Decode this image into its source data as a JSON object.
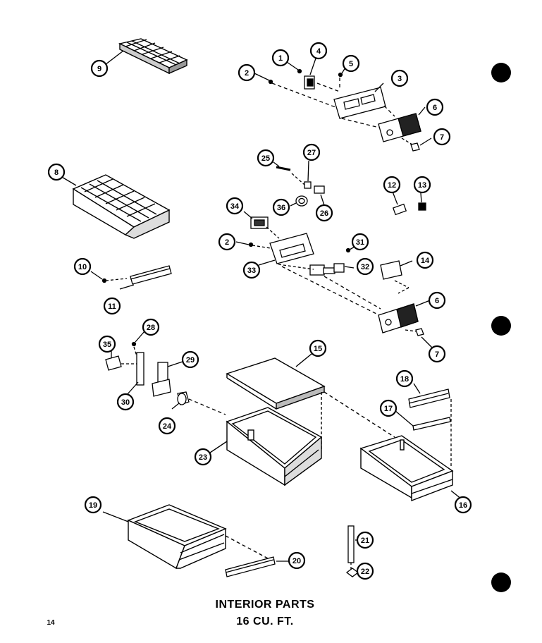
{
  "title": {
    "line1": "INTERIOR PARTS",
    "line2": "16 CU. FT."
  },
  "page_number": "14",
  "callouts": [
    "1",
    "2",
    "3",
    "4",
    "5",
    "6",
    "7",
    "8",
    "9",
    "10",
    "11",
    "12",
    "13",
    "14",
    "15",
    "16",
    "17",
    "18",
    "19",
    "20",
    "21",
    "22",
    "23",
    "24",
    "25",
    "26",
    "27",
    "28",
    "29",
    "30",
    "31",
    "32",
    "33",
    "34",
    "35",
    "36",
    "2",
    "6",
    "7"
  ]
}
